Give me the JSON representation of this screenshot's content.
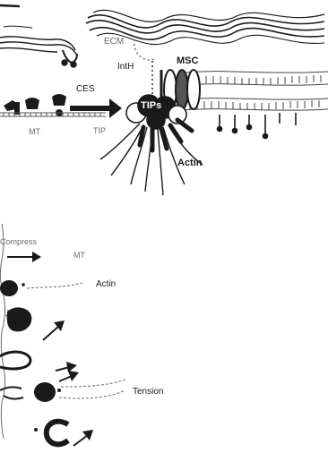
{
  "labels": {
    "ecm": "ECM",
    "inth": "IntH",
    "msc": "MSC",
    "ces": "CES",
    "mt": "MT",
    "tip": "TIP",
    "tips": "TIPs",
    "actin_top": "Actin",
    "compression": "Compress",
    "mt_bottom": "MT",
    "actin_bottom": "Actin",
    "tension": "Tension"
  },
  "colors": {
    "ink": "#1a1a1a",
    "faint": "#6a6a6a",
    "background": "#ffffff"
  }
}
